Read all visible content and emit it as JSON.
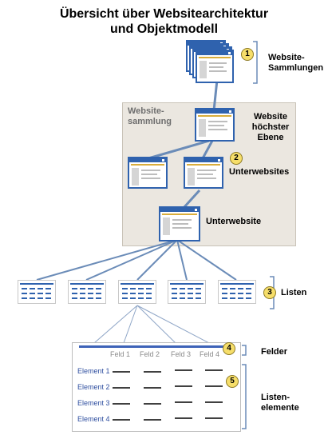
{
  "title": {
    "line1": "Übersicht über Websitearchitektur",
    "line2": "und Objektmodell"
  },
  "labels": {
    "site_collections": "Website-\nSammlungen",
    "site_collection_box": "Website-\nsammlung",
    "top_level_site": "Website\nhöchster\nEbene",
    "subsites": "Unterwebsites",
    "subsite": "Unterwebsite",
    "lists": "Listen",
    "fields": "Felder",
    "list_items": "Listen-\nelemente"
  },
  "callouts": [
    "1",
    "2",
    "3",
    "4",
    "5"
  ],
  "field_headers": [
    "Feld 1",
    "Feld 2",
    "Feld 3",
    "Feld 4"
  ],
  "elements": [
    "Element 1",
    "Element 2",
    "Element 3",
    "Element 4"
  ],
  "colors": {
    "window_border": "#2f62ae",
    "connector": "#6b8cb8",
    "callout_fill": "#f6de6a",
    "site_box_bg": "#ebe7e0"
  }
}
